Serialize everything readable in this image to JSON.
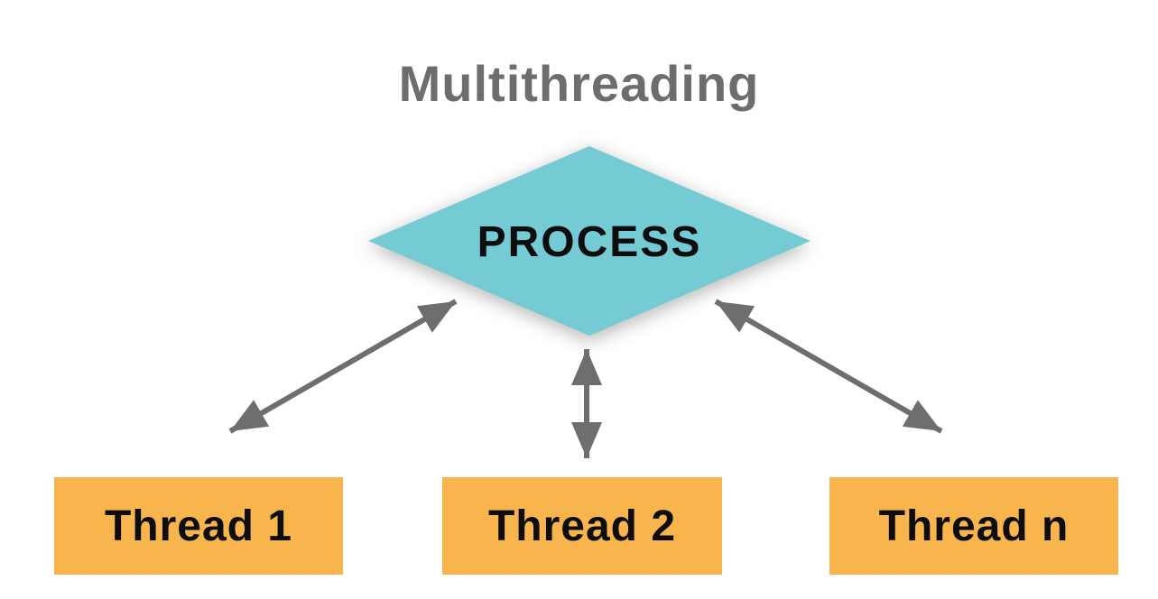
{
  "title": "Multithreading",
  "diagram": {
    "process": {
      "label": "PROCESS",
      "shape": "diamond"
    },
    "threads": [
      {
        "label": "Thread 1"
      },
      {
        "label": "Thread 2"
      },
      {
        "label": "Thread n"
      }
    ],
    "arrows": [
      {
        "name": "process-thread1",
        "type": "double-headed"
      },
      {
        "name": "process-thread2",
        "type": "double-headed"
      },
      {
        "name": "process-threadn",
        "type": "double-headed"
      }
    ]
  },
  "colors": {
    "background": "#FFFFFF",
    "title_text": "#6D6D6D",
    "diamond_fill": "#74CBD3",
    "thread_box_fill": "#F8B54D",
    "arrow": "#6E6E6E",
    "label_text": "#0D0D0D"
  }
}
